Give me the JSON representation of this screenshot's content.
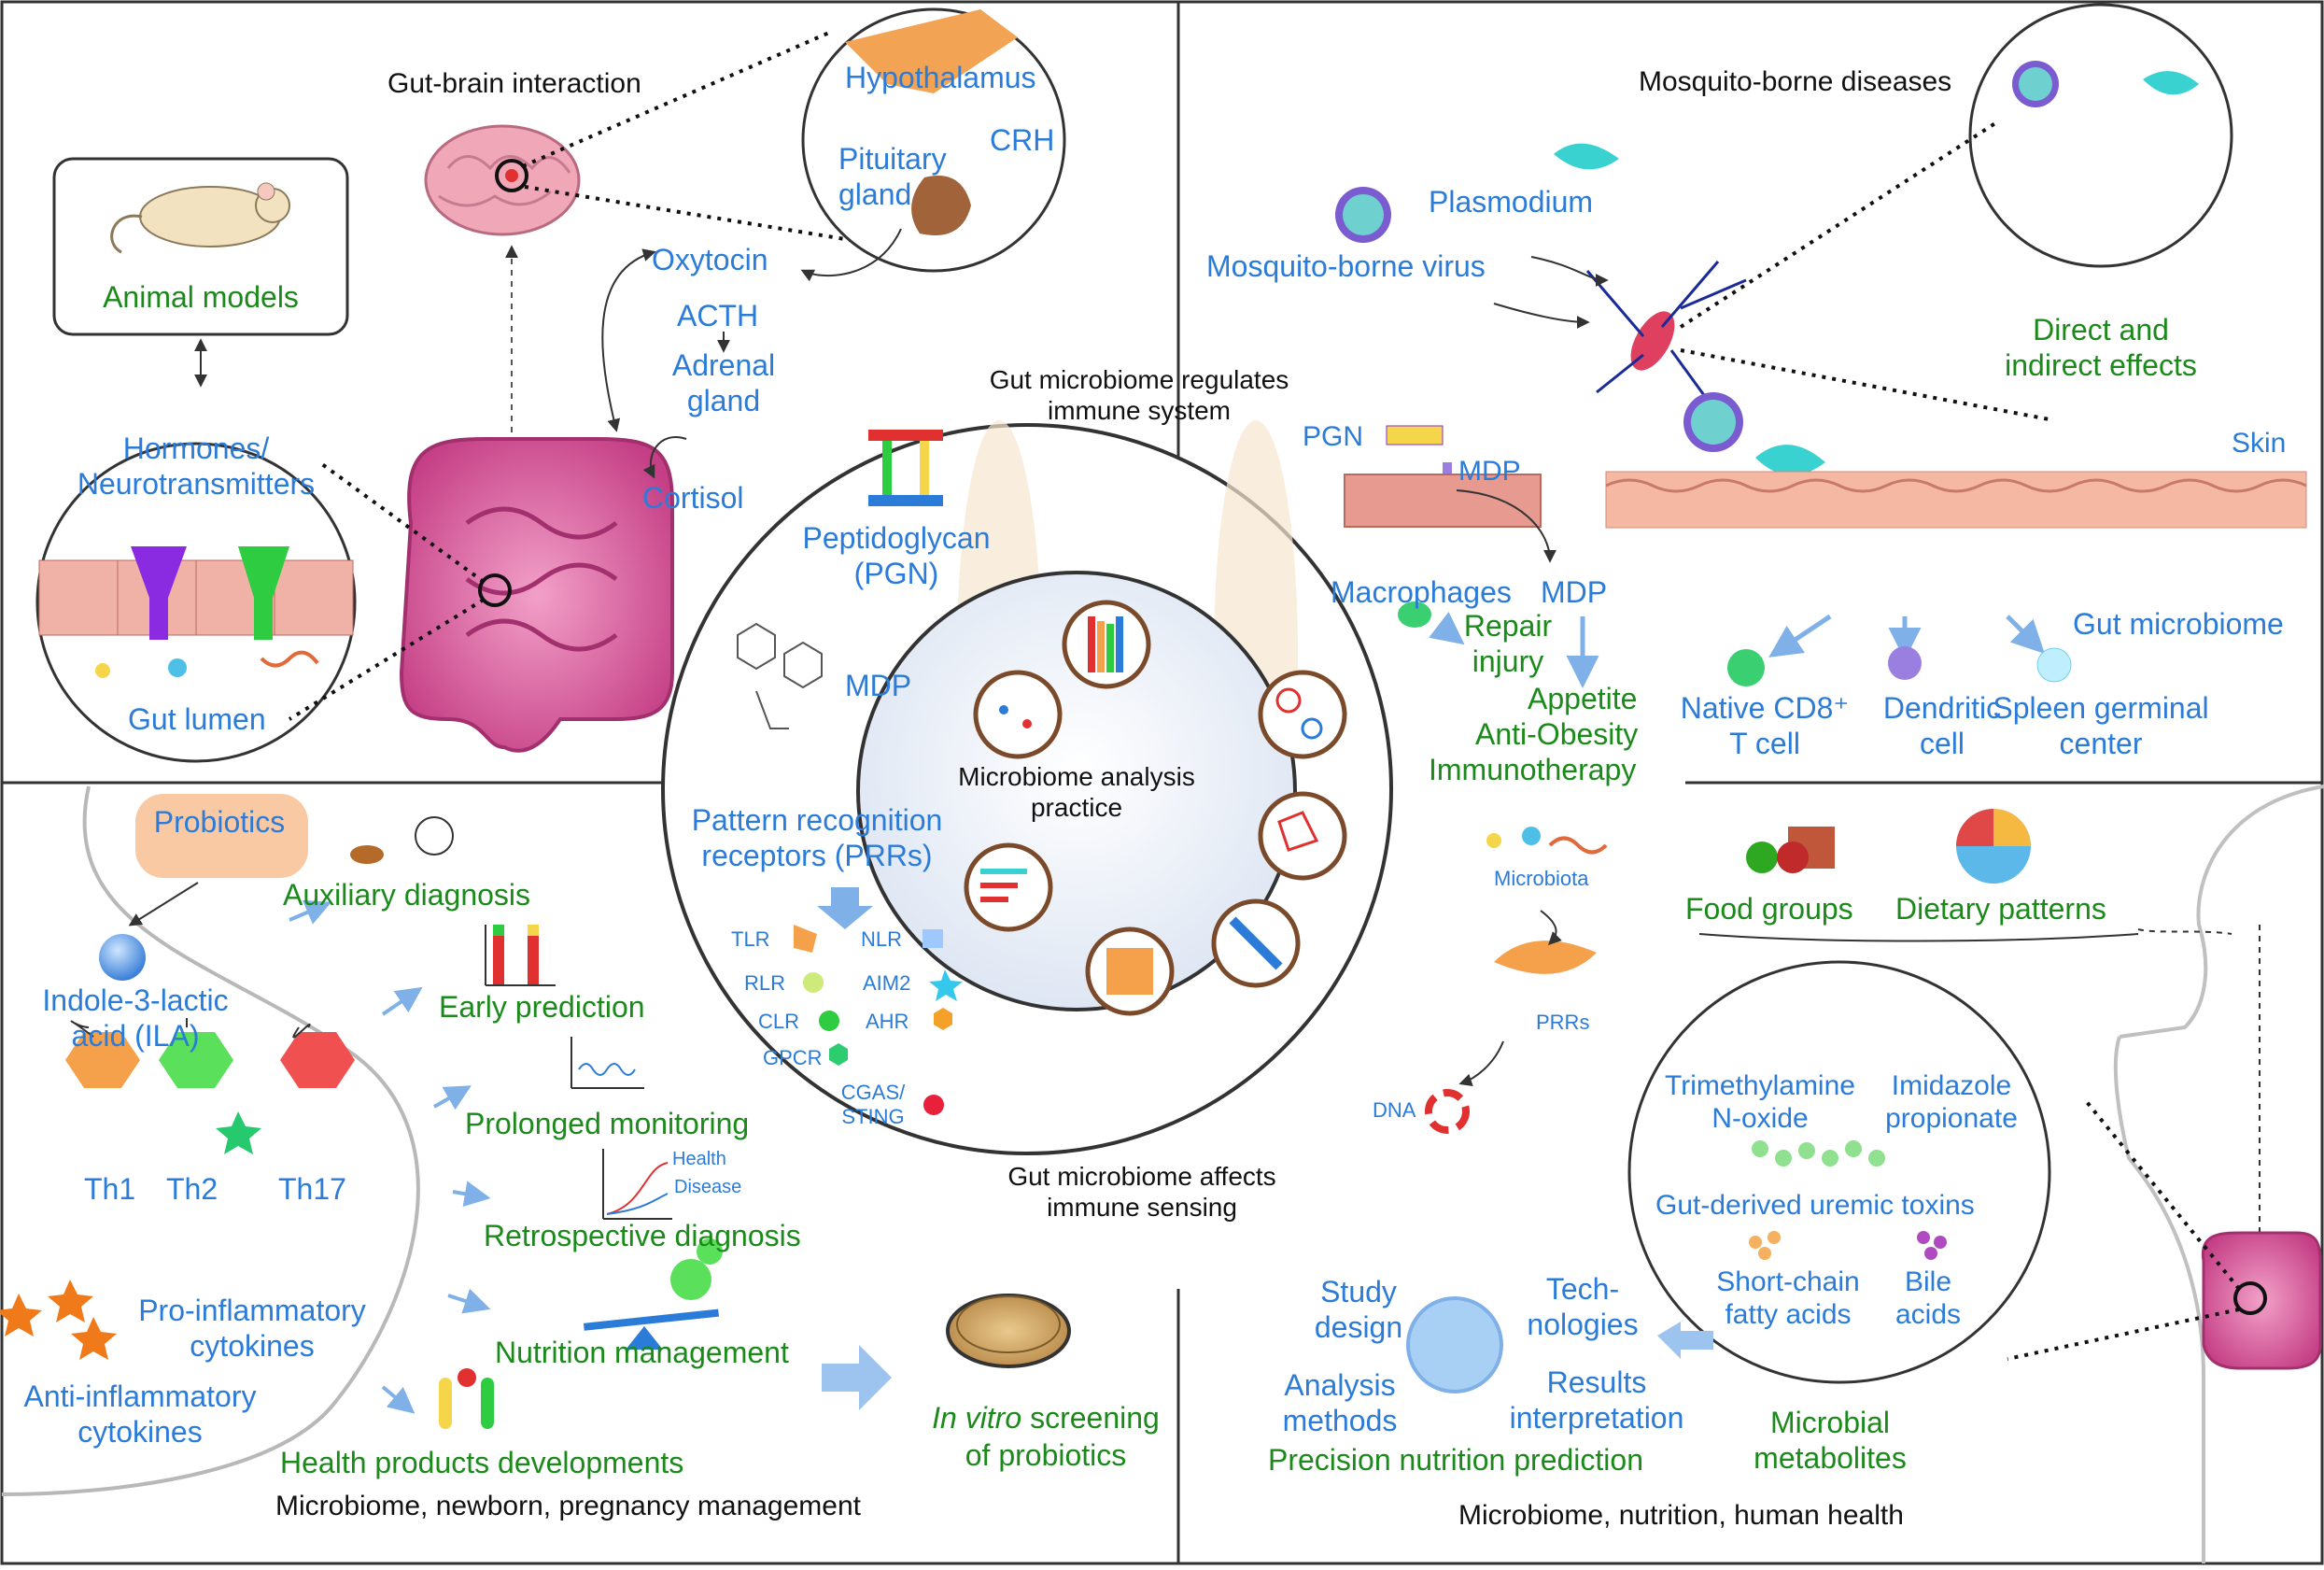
{
  "panels": {
    "gut_brain": {
      "title": "Gut-brain interaction",
      "animal_models": "Animal models",
      "hormones": "Hormones/\nNeurotransmitters",
      "gut_lumen": "Gut lumen",
      "hypothalamus": "Hypothalamus",
      "crh": "CRH",
      "pituitary": "Pituitary\ngland",
      "oxytocin": "Oxytocin",
      "acth": "ACTH",
      "adrenal": "Adrenal\ngland",
      "cortisol": "Cortisol"
    },
    "mosquito": {
      "title": "Mosquito-borne diseases",
      "plasmodium": "Plasmodium",
      "virus": "Mosquito-borne virus",
      "direct": "Direct and\nindirect effects",
      "skin": "Skin",
      "gut_microbiome": "Gut microbiome",
      "cd8": "Native CD8⁺\nT cell",
      "dendritic": "Dendritic\ncell",
      "spleen": "Spleen germinal\ncenter"
    },
    "center": {
      "regulates": "Gut microbiome regulates\nimmune system",
      "pgn": "PGN",
      "mdp_top": "MDP",
      "peptidoglycan": "Peptidoglycan\n(PGN)",
      "mdp_left": "MDP",
      "macrophages": "Macrophages",
      "mdp_right": "MDP",
      "repair": "Repair\ninjury",
      "appetite": "Appetite",
      "anti_obesity": "Anti-Obesity",
      "immunotherapy": "Immunotherapy",
      "analysis": "Microbiome analysis\npractice",
      "prr_title": "Pattern recognition\nreceptors (PRRs)",
      "prr_items": {
        "tlr": "TLR",
        "nlr": "NLR",
        "rlr": "RLR",
        "aim2": "AIM2",
        "clr": "CLR",
        "ahr": "AHR",
        "gpcr": "GPCR",
        "cgas": "CGAS/\nSTING"
      },
      "microbiota": "Microbiota",
      "prrs": "PRRs",
      "dna": "DNA",
      "affects": "Gut microbiome affects\nimmune sensing"
    },
    "newborn": {
      "probiotics": "Probiotics",
      "ila": "Indole-3-lactic\nacid (ILA)",
      "th1": "Th1",
      "th2": "Th2",
      "th17": "Th17",
      "pro_cytokines": "Pro-inflammatory\ncytokines",
      "anti_cytokines": "Anti-inflammatory\ncytokines",
      "auxiliary": "Auxiliary diagnosis",
      "early": "Early prediction",
      "prolonged": "Prolonged monitoring",
      "health": "Health",
      "disease": "Disease",
      "retrospective": "Retrospective diagnosis",
      "nutrition": "Nutrition management",
      "health_products": "Health products developments",
      "in_vitro_1": "In vitro",
      "in_vitro_2": " screening",
      "of_probiotics": "of probiotics",
      "caption": "Microbiome, newborn, pregnancy management"
    },
    "nutrition": {
      "food_groups": "Food groups",
      "dietary": "Dietary patterns",
      "tmao": "Trimethylamine\nN-oxide",
      "imidazole": "Imidazole\npropionate",
      "uremic": "Gut-derived uremic toxins",
      "scfa": "Short-chain\nfatty acids",
      "bile": "Bile\nacids",
      "study": "Study\ndesign",
      "tech": "Tech-\nnologies",
      "analysis_methods": "Analysis\nmethods",
      "results": "Results\ninterpretation",
      "precision": "Precision nutrition prediction",
      "metabolites": "Microbial\nmetabolites",
      "caption": "Microbiome, nutrition, human health"
    }
  },
  "colors": {
    "blue_text": "#2b7bd8",
    "green_text": "#1b8a1b",
    "black_text": "#111111",
    "border": "#333333",
    "gut_pink": "#d9559b",
    "skin": "#f2b5a0",
    "orange": "#f5a04b",
    "arrow_blue": "#9dc3ef"
  }
}
